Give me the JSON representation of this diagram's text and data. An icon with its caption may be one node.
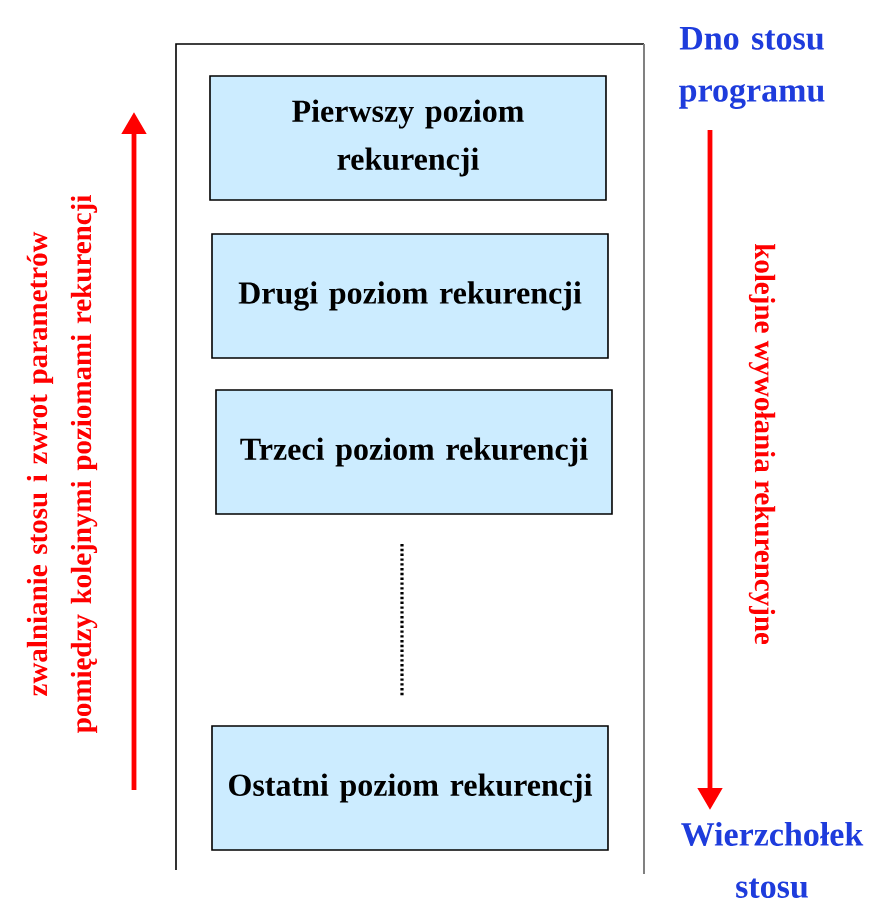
{
  "diagram": {
    "nodes": [
      {
        "text": [
          "Pierwszy poziom rekurencji"
        ]
      },
      {
        "text": [
          "Drugi poziom rekurencji"
        ]
      },
      {
        "text": [
          "Trzeci poziom rekurencji"
        ]
      },
      {
        "text": [
          "Ostatni poziom rekurencji"
        ]
      }
    ],
    "edges": [],
    "labels": [
      "Dno stosu programu",
      "zwalnianie stosu i zwrot parametrów pomiędzy kolejnymi poziomami rekurencji",
      "kolejne wywołania rekurencyjne",
      "Wierzchołek stosu"
    ]
  }
}
